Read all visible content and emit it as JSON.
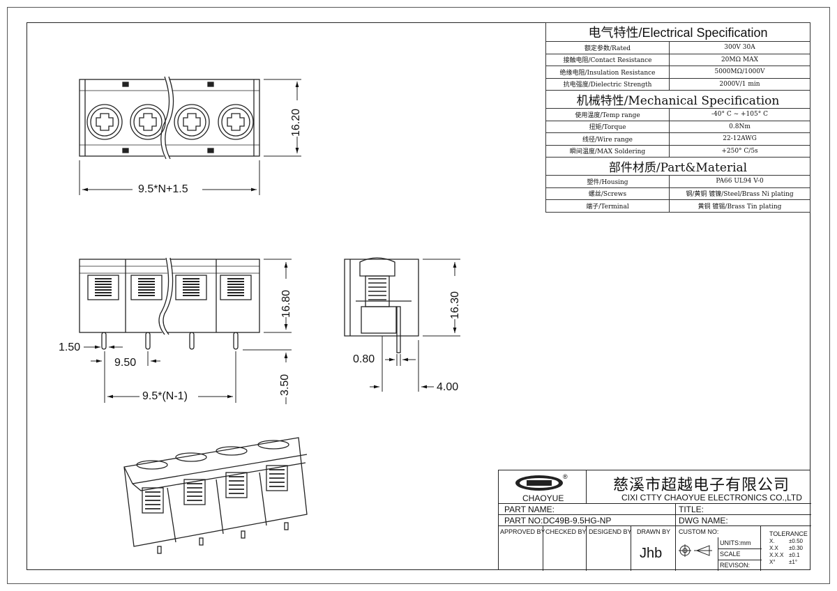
{
  "electrical": {
    "title": "电气特性/Electrical Specification",
    "rows": [
      {
        "label": "额定参数/Rated",
        "value": "300V 30A"
      },
      {
        "label": "接触电阻/Contact Resistance",
        "value": "20MΩ MAX"
      },
      {
        "label": "绝缘电阻/Insulation Resistance",
        "value": "5000MΩ/1000V"
      },
      {
        "label": "抗电强度/Dielectric Strength",
        "value": "2000V/1 min"
      }
    ]
  },
  "mechanical": {
    "title": "机械特性/Mechanical Specification",
    "rows": [
      {
        "label": "使用温度/Temp range",
        "value": "-40° C ~ +105° C"
      },
      {
        "label": "扭矩/Torque",
        "value": "0.8Nm"
      },
      {
        "label": "线径/Wire range",
        "value": "22-12AWG"
      },
      {
        "label": "瞬间温度/MAX Soldering",
        "value": "+250° C/5s"
      }
    ]
  },
  "material": {
    "title": "部件材质/Part&Material",
    "rows": [
      {
        "label": "塑件/Housing",
        "value": "PA66 UL94 V-0"
      },
      {
        "label": "螺丝/Screws",
        "value": "钢/黄铜 镀镍/Steel/Brass Ni plating"
      },
      {
        "label": "端子/Terminal",
        "value": "黄铜 镀锡/Brass Tin  plating"
      }
    ]
  },
  "dimensions": {
    "top_height": "16.20",
    "top_width": "9.5*N+1.5",
    "front_height": "16.80",
    "pin_dia": "1.50",
    "pitch": "9.50",
    "span": "9.5*(N-1)",
    "pin_length": "3.50",
    "side_height": "16.30",
    "side_pin_width": "0.80",
    "side_offset": "4.00"
  },
  "titleblock": {
    "logo_text": "CHAOYUE",
    "logo_mark": "®",
    "company_cn": "慈溪市超越电子有限公司",
    "company_en": "CIXI CTTY  CHAOYUE ELECTRONICS CO.,LTD",
    "part_name_label": "PART NAME:",
    "title_label": "TITLE:",
    "part_no": "PART NO:DC49B-9.5HG-NP",
    "dwg_name_label": "DWG NAME:",
    "approved_by": "APPROVED BY",
    "checked_by": "CHECKED BY",
    "designed_by": "DESIGEND BY",
    "drawn_by": "DRAWN BY",
    "drawn_by_value": "Jhb",
    "custom_no": "CUSTOM NO:",
    "units": "UNITS:mm",
    "scale": "SCALE",
    "revision": "REVISON:",
    "tolerance_title": "TOLERANCE",
    "tolerances": [
      {
        "k": "X.",
        "v": "±0.50"
      },
      {
        "k": "X.X",
        "v": "±0.30"
      },
      {
        "k": "X.X.X",
        "v": "±0.1"
      },
      {
        "k": "X°",
        "v": "±1°"
      }
    ]
  }
}
